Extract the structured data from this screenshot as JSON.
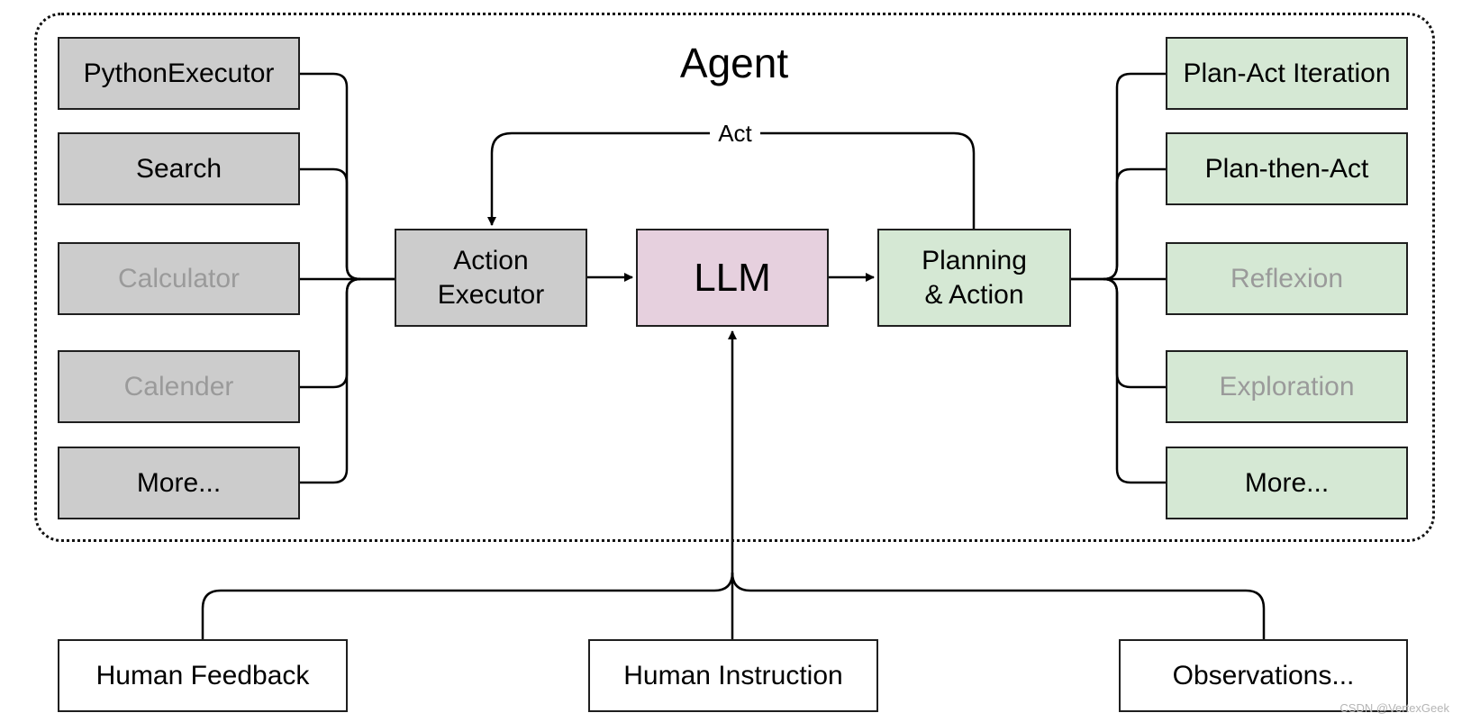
{
  "title": "Agent",
  "core": {
    "action_executor": "Action\nExecutor",
    "llm": "LLM",
    "planning_action": "Planning\n& Action",
    "act_label": "Act"
  },
  "tools": [
    {
      "label": "PythonExecutor",
      "faded": false
    },
    {
      "label": "Search",
      "faded": false
    },
    {
      "label": "Calculator",
      "faded": true
    },
    {
      "label": "Calender",
      "faded": true
    },
    {
      "label": "More...",
      "faded": false
    }
  ],
  "strategies": [
    {
      "label": "Plan-Act Iteration",
      "faded": false
    },
    {
      "label": "Plan-then-Act",
      "faded": false
    },
    {
      "label": "Reflexion",
      "faded": true
    },
    {
      "label": "Exploration",
      "faded": true
    },
    {
      "label": "More...",
      "faded": false
    }
  ],
  "inputs": [
    {
      "label": "Human Feedback"
    },
    {
      "label": "Human Instruction"
    },
    {
      "label": "Observations..."
    }
  ],
  "watermark": "CSDN @VertexGeek",
  "colors": {
    "tool_fill": "#cccccc",
    "plan_fill": "#d5e8d4",
    "llm_fill": "#e6d0de",
    "faded_text": "#9a9a9a"
  }
}
